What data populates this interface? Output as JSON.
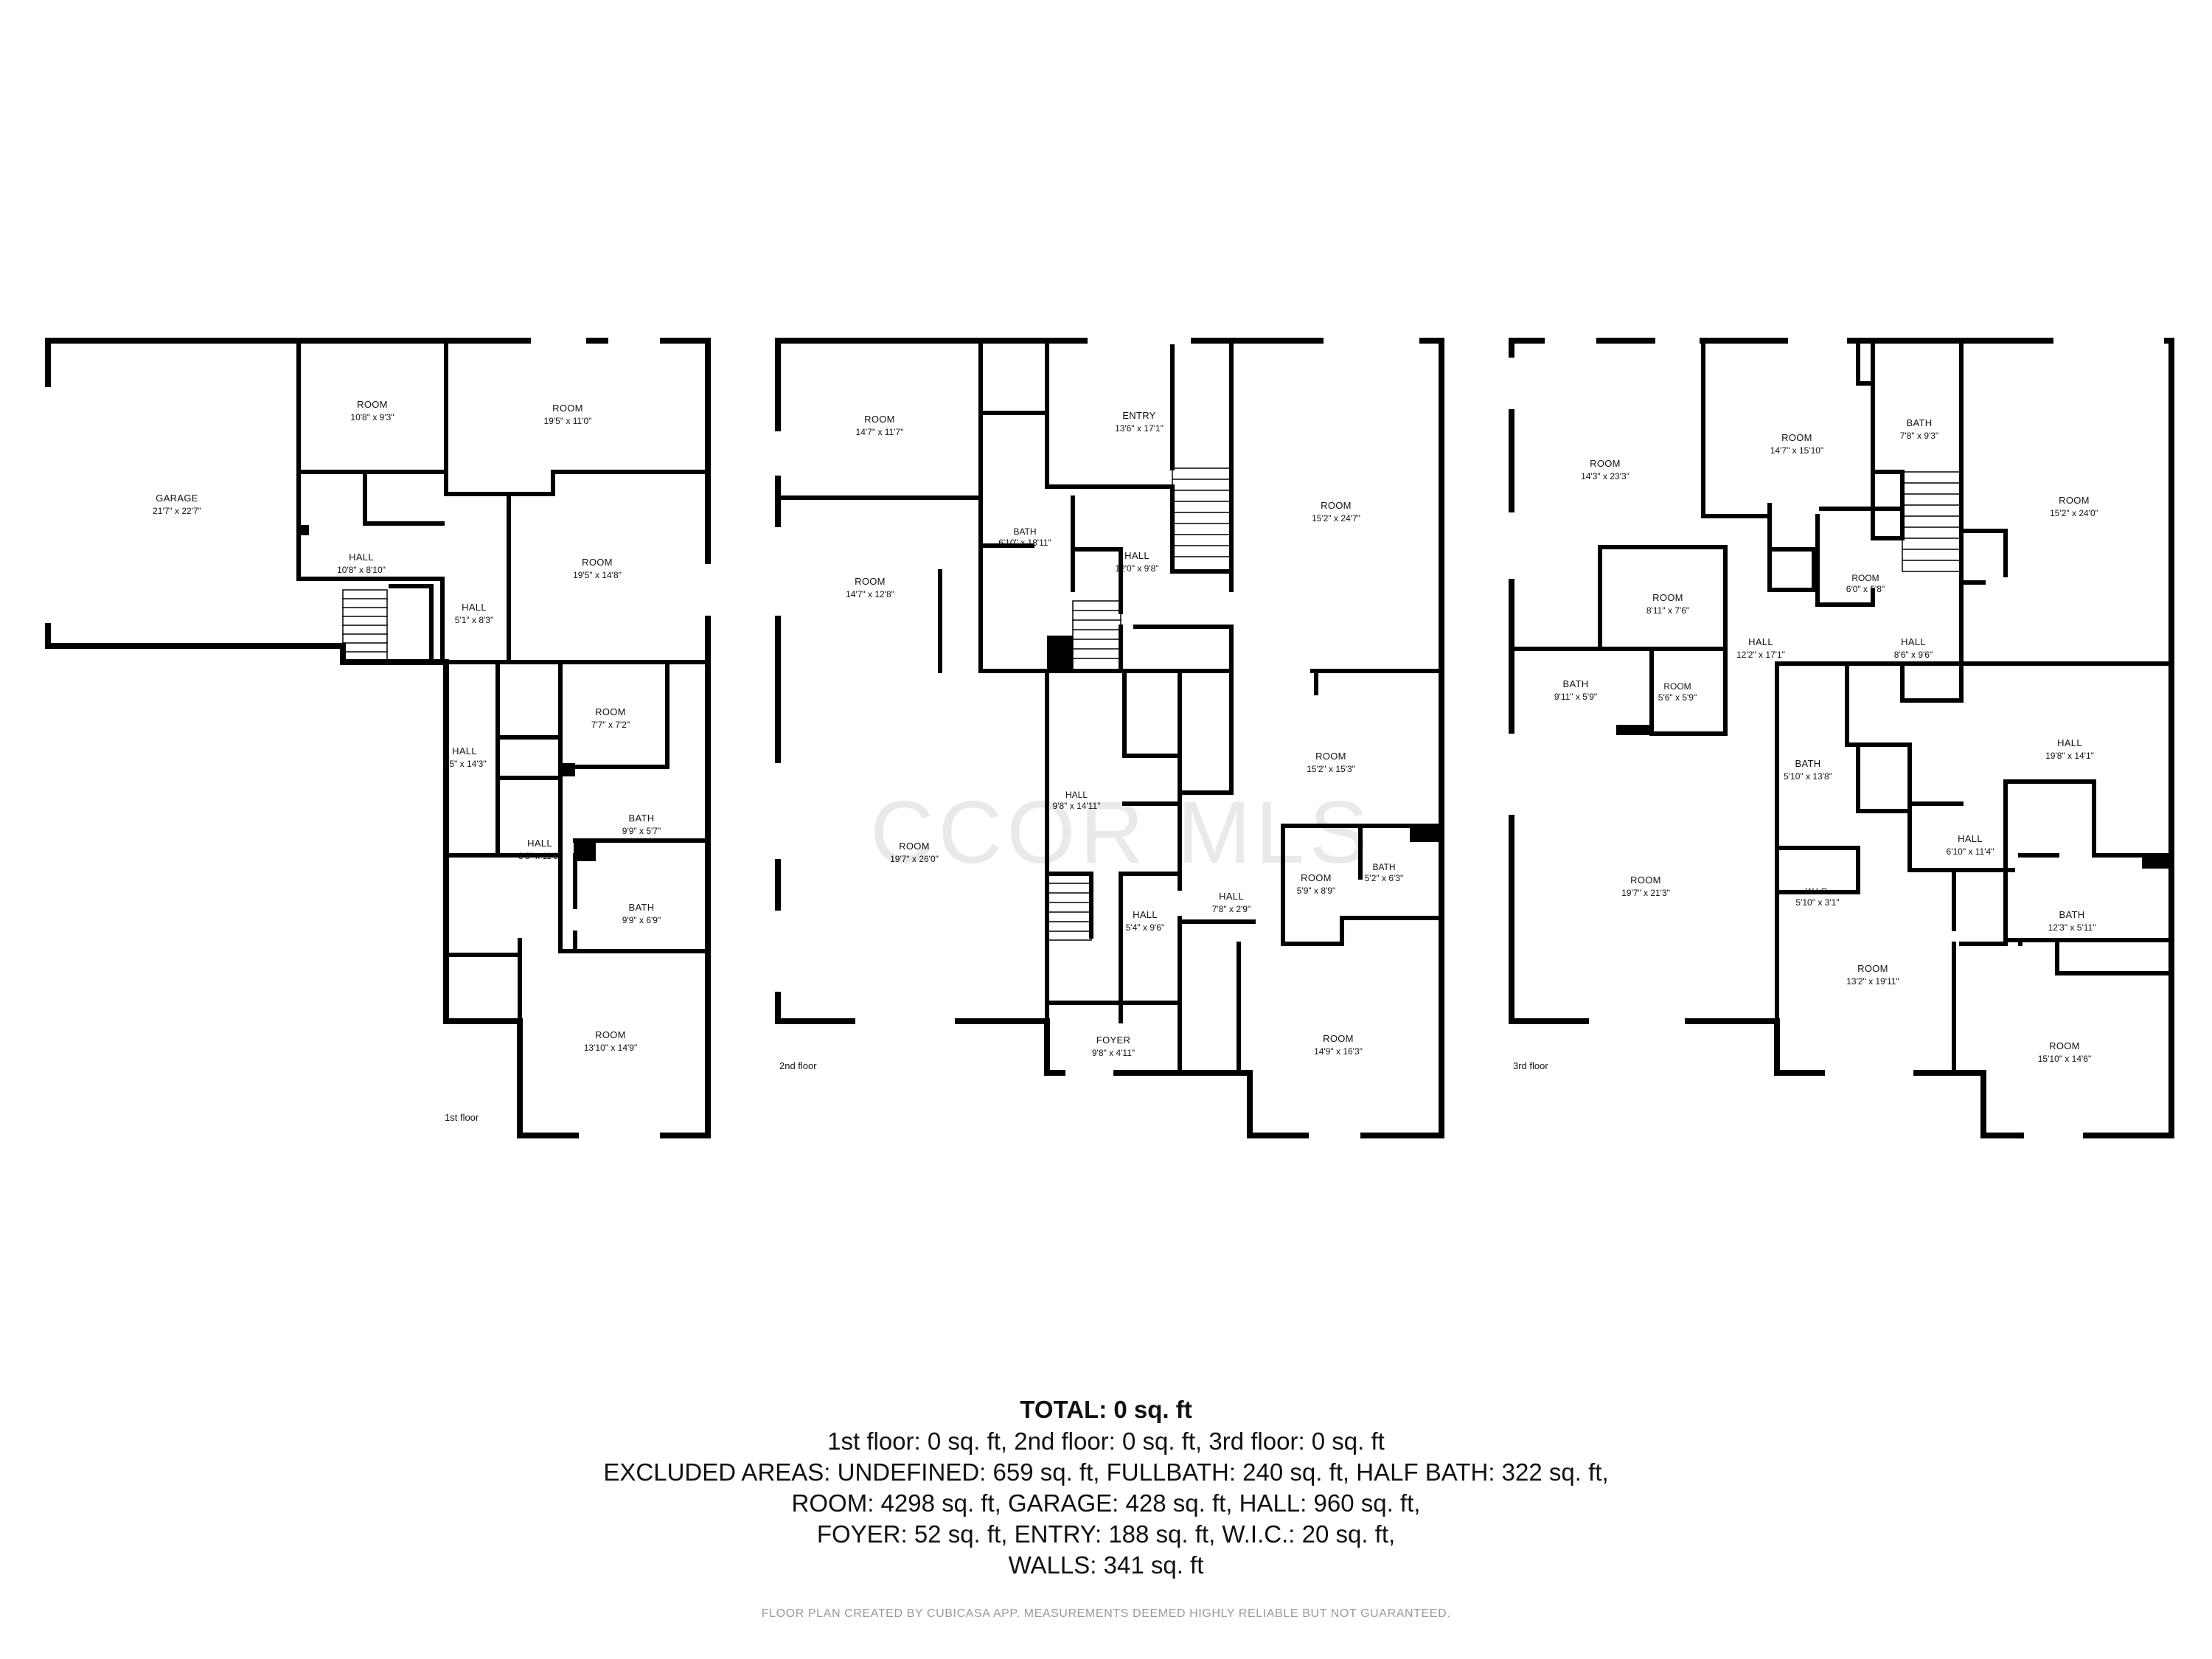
{
  "floors": [
    {
      "name": "1st floor",
      "rooms": [
        {
          "name": "GARAGE",
          "dim": "21'7\" x 22'7\""
        },
        {
          "name": "ROOM",
          "dim": "10'8\" x 9'3\""
        },
        {
          "name": "ROOM",
          "dim": "19'5\" x 11'0\""
        },
        {
          "name": "HALL",
          "dim": "10'8\" x 8'10\""
        },
        {
          "name": "ROOM",
          "dim": "19'5\" x 14'8\""
        },
        {
          "name": "HALL",
          "dim": "5'1\" x 8'3\""
        },
        {
          "name": "ROOM",
          "dim": "7'7\" x 7'2\""
        },
        {
          "name": "HALL",
          "dim": "3'5\" x 14'3\""
        },
        {
          "name": "BATH",
          "dim": "9'9\" x 5'7\""
        },
        {
          "name": "HALL",
          "dim": "3'8\" x 11'9\""
        },
        {
          "name": "BATH",
          "dim": "9'9\" x 6'9\""
        },
        {
          "name": "ROOM",
          "dim": "13'10\" x 14'9\""
        }
      ]
    },
    {
      "name": "2nd floor",
      "rooms": [
        {
          "name": "ROOM",
          "dim": "14'7\" x 11'7\""
        },
        {
          "name": "ENTRY",
          "dim": "13'6\" x 17'1\""
        },
        {
          "name": "ROOM",
          "dim": "15'2\" x 24'7\""
        },
        {
          "name": "BATH",
          "dim": "6'10\" x 18'11\""
        },
        {
          "name": "HALL",
          "dim": "12'0\" x 9'8\""
        },
        {
          "name": "ROOM",
          "dim": "14'7\" x 12'8\""
        },
        {
          "name": "ROOM",
          "dim": "15'2\" x 15'3\""
        },
        {
          "name": "HALL",
          "dim": "9'8\" x 14'11\""
        },
        {
          "name": "ROOM",
          "dim": "19'7\" x 26'0\""
        },
        {
          "name": "BATH",
          "dim": "5'2\" x 6'3\""
        },
        {
          "name": "ROOM",
          "dim": "5'9\" x 8'9\""
        },
        {
          "name": "HALL",
          "dim": "7'8\" x 2'9\""
        },
        {
          "name": "HALL",
          "dim": "5'4\" x 9'6\""
        },
        {
          "name": "ROOM",
          "dim": "14'9\" x 16'3\""
        },
        {
          "name": "FOYER",
          "dim": "9'8\" x 4'11\""
        }
      ]
    },
    {
      "name": "3rd floor",
      "rooms": [
        {
          "name": "ROOM",
          "dim": "14'3\" x 23'3\""
        },
        {
          "name": "ROOM",
          "dim": "14'7\" x 15'10\""
        },
        {
          "name": "BATH",
          "dim": "7'8\" x 9'3\""
        },
        {
          "name": "ROOM",
          "dim": "15'2\" x 24'0\""
        },
        {
          "name": "ROOM",
          "dim": "6'0\" x 5'8\""
        },
        {
          "name": "ROOM",
          "dim": "8'11\" x 7'6\""
        },
        {
          "name": "HALL",
          "dim": "12'2\" x 17'1\""
        },
        {
          "name": "HALL",
          "dim": "8'6\" x 9'6\""
        },
        {
          "name": "BATH",
          "dim": "9'11\" x 5'9\""
        },
        {
          "name": "ROOM",
          "dim": "5'6\" x 5'9\""
        },
        {
          "name": "HALL",
          "dim": "19'8\" x 14'1\""
        },
        {
          "name": "BATH",
          "dim": "5'10\" x 13'8\""
        },
        {
          "name": "HALL",
          "dim": "6'10\" x 11'4\""
        },
        {
          "name": "ROOM",
          "dim": "19'7\" x 21'3\""
        },
        {
          "name": "W.I.C.",
          "dim": "5'10\" x 3'1\""
        },
        {
          "name": "BATH",
          "dim": "12'3\" x 5'11\""
        },
        {
          "name": "ROOM",
          "dim": "13'2\" x 19'11\""
        },
        {
          "name": "ROOM",
          "dim": "15'10\" x 14'6\""
        }
      ]
    }
  ],
  "watermark": "CCOR MLS",
  "summary": {
    "total": "TOTAL: 0 sq. ft",
    "lines": [
      "1st floor: 0 sq. ft, 2nd floor: 0 sq. ft, 3rd floor: 0 sq. ft",
      "EXCLUDED AREAS: UNDEFINED: 659 sq. ft, FULLBATH: 240 sq. ft, HALF BATH: 322 sq. ft,",
      "ROOM: 4298 sq. ft, GARAGE: 428 sq. ft, HALL: 960 sq. ft,",
      "FOYER: 52 sq. ft, ENTRY: 188 sq. ft, W.I.C.: 20 sq. ft,",
      "WALLS: 341 sq. ft"
    ]
  },
  "footer": "FLOOR PLAN CREATED BY CUBICASA APP. MEASUREMENTS DEEMED HIGHLY RELIABLE BUT NOT GUARANTEED."
}
